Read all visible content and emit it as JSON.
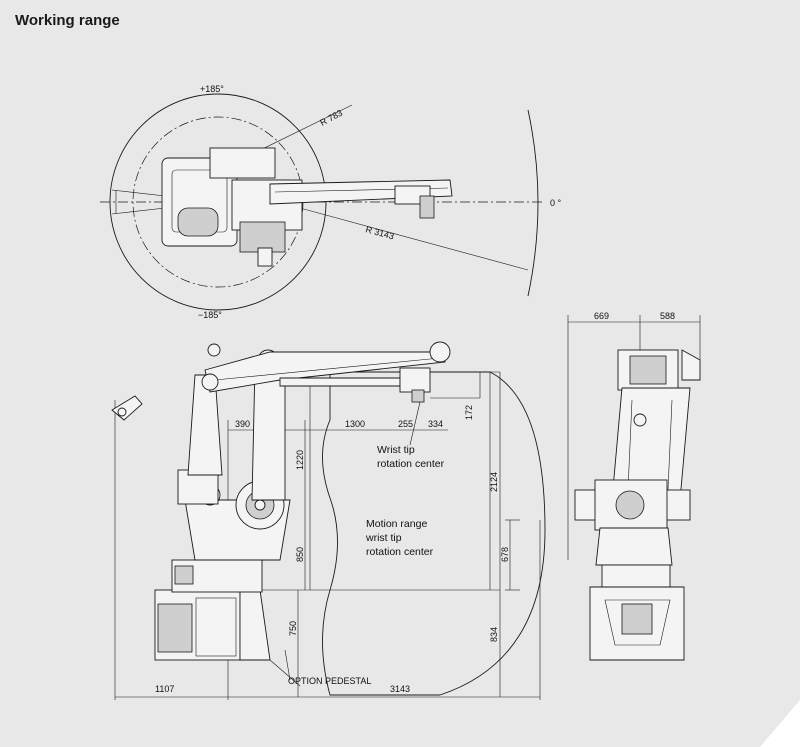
{
  "title": "Working range",
  "top_view": {
    "angle_plus": "+185°",
    "angle_minus": "−185°",
    "angle_zero": "0 °",
    "radius_inner": "R 783",
    "radius_outer": "R 3143"
  },
  "side_view": {
    "dims": {
      "d390": "390",
      "d1300": "1300",
      "d255": "255",
      "d334": "334",
      "d172": "172",
      "d1220": "1220",
      "d2124": "2124",
      "d850": "850",
      "d78": "678",
      "d750": "750",
      "d834": "834",
      "d1107": "1107",
      "d3143": "3143"
    },
    "wrist_label_1": "Wrist tip",
    "wrist_label_2": "rotation center",
    "motion_label_1": "Motion range",
    "motion_label_2": "wrist tip",
    "motion_label_3": "rotation center",
    "pedestal_label": "OPTION PEDESTAL"
  },
  "front_view": {
    "dims": {
      "d669": "669",
      "d588": "588"
    }
  }
}
